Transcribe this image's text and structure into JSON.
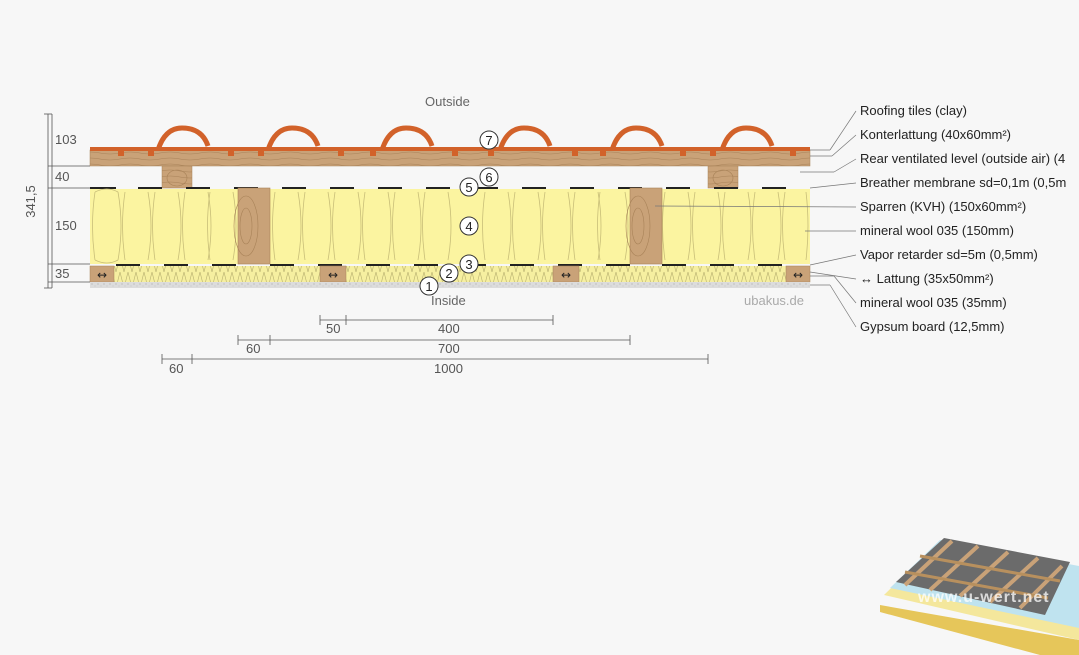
{
  "outside_label": "Outside",
  "inside_label": "Inside",
  "brand": "ubakus.de",
  "layer_labels": [
    "Roofing tiles (clay)",
    "Konterlattung (40x60mm²)",
    "Rear ventilated level (outside air) (4",
    "Breather membrane sd=0,1m (0,5m",
    "Sparren (KVH) (150x60mm²)",
    "mineral wool 035 (150mm)",
    "Vapor retarder sd=5m (0,5mm)",
    "↔ Lattung (35x50mm²)",
    "mineral wool 035 (35mm)",
    "Gypsum board (12,5mm)"
  ],
  "thickness": {
    "total": "341,5",
    "tiles": "103",
    "counter_batten": "40",
    "rafter": "150",
    "inner": "35"
  },
  "markers": [
    "7",
    "6",
    "5",
    "4",
    "3",
    "2",
    "1"
  ],
  "spacing": {
    "row1": {
      "a": "50",
      "b": "400"
    },
    "row2": {
      "a": "60",
      "b": "700"
    },
    "row3": {
      "a": "60",
      "b": "1000"
    }
  },
  "batten_symbol": "↔",
  "thumbnail_watermark": "www.u-wert.net",
  "colors": {
    "tile": "#d2622a",
    "wood": "#c9a278",
    "insulation": "#fbf4a0",
    "gypsum": "#d6d6d6",
    "membrane": "#222222"
  }
}
